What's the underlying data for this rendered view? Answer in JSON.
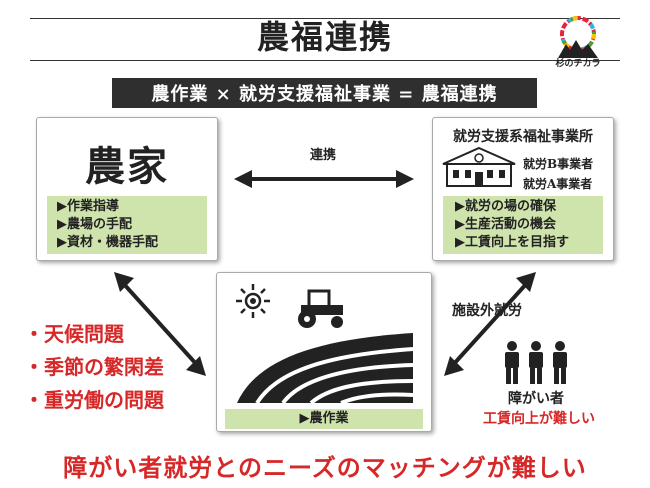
{
  "header": {
    "title": "農福連携",
    "logo_text": "杉のチカラ"
  },
  "banner": {
    "text": "農作業 × 就労支援福祉事業 = 農福連携"
  },
  "farm": {
    "title": "農家",
    "items": [
      "▶作業指導",
      "▶農場の手配",
      "▶資材・機器手配"
    ]
  },
  "link_label": "連携",
  "welfare": {
    "title": "就労支援系福祉事業所",
    "types": [
      "就労B事業者",
      "就労A事業者"
    ],
    "items": [
      "▶就労の場の確保",
      "▶生産活動の機会",
      "▶工賃向上を目指す"
    ]
  },
  "field": {
    "label": "▶農作業"
  },
  "offsite_label": "施設外就労",
  "workers": {
    "label": "障がい者",
    "issue": "工賃向上が難しい"
  },
  "issues": [
    "・天候問題",
    "・季節の繁閑差",
    "・重労働の問題"
  ],
  "conclusion": "障がい者就労とのニーズのマッチングが難しい",
  "colors": {
    "accent_red": "#d62828",
    "green_panel": "#cfe3ad",
    "banner_dark": "#2f2f2f"
  }
}
